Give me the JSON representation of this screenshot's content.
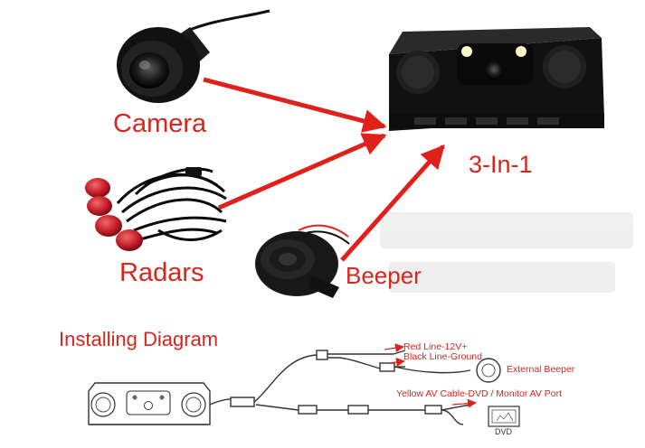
{
  "labels": {
    "camera": "Camera",
    "radars": "Radars",
    "beeper": "Beeper",
    "three_in_one": "3-In-1",
    "installing_diagram": "Installing Diagram",
    "red_line": "Red Line-12V+",
    "black_line": "Black Line-Ground",
    "external_beeper": "External Beeper",
    "yellow_av": "Yellow AV Cable-DVD / Monitor AV Port",
    "dvd": "DVD"
  },
  "colors": {
    "arrow": "#e0201b",
    "label": "#d7261e",
    "device": "#0c0c0c",
    "sensor": "#c8202a"
  }
}
